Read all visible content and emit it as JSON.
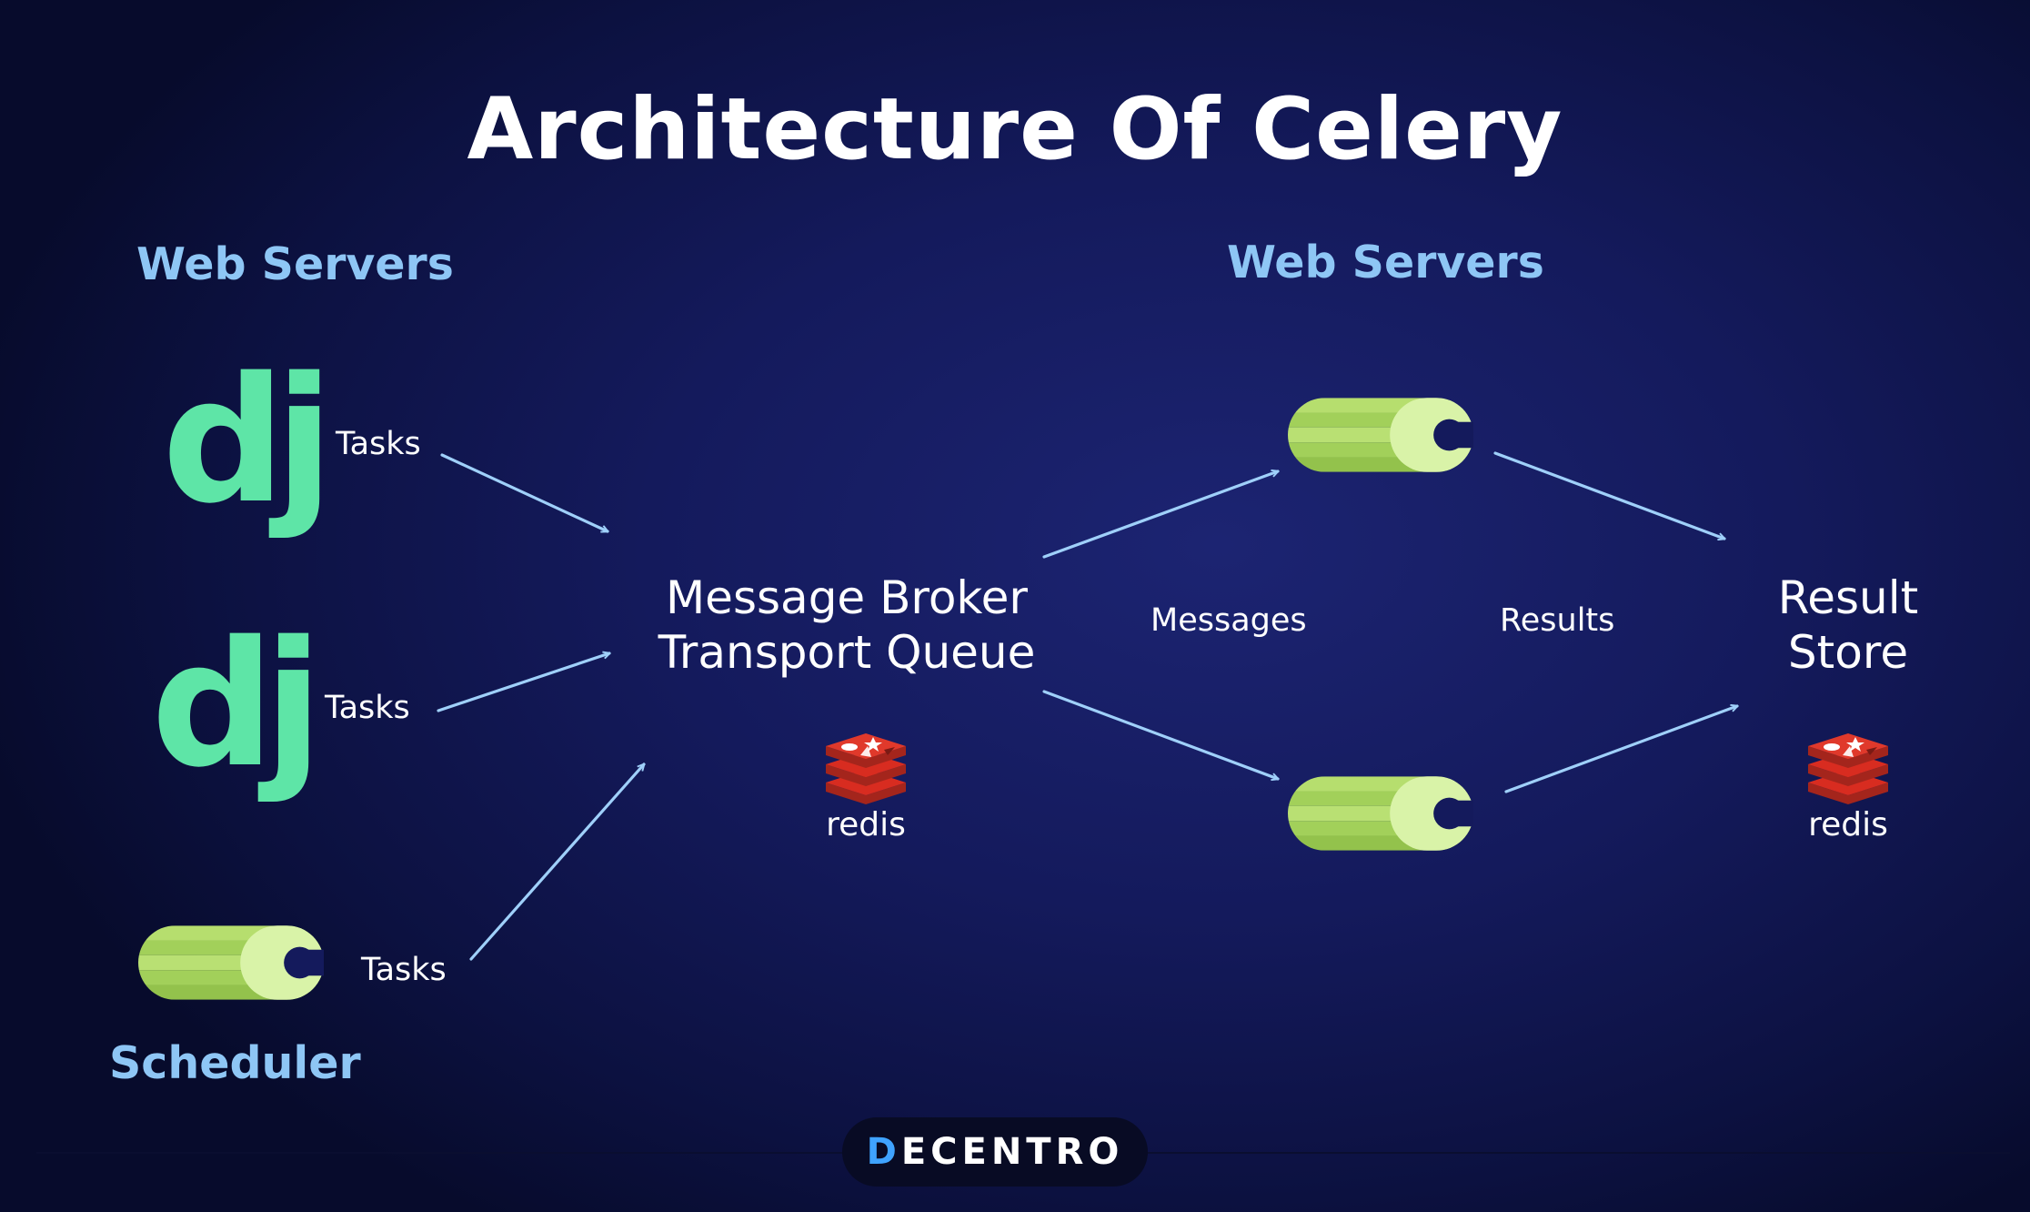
{
  "title": "Architecture Of Celery",
  "sections": {
    "left_heading": "Web Servers",
    "right_heading": "Web Servers",
    "scheduler_heading": "Scheduler"
  },
  "producers": {
    "django_logo_text": "dj",
    "edge_labels": [
      "Tasks",
      "Tasks",
      "Tasks"
    ]
  },
  "broker": {
    "line1": "Message Broker",
    "line2": "Transport Queue",
    "backend_label": "redis"
  },
  "flow_labels": {
    "messages": "Messages",
    "results": "Results"
  },
  "result_store": {
    "line1": "Result",
    "line2": "Store",
    "backend_label": "redis"
  },
  "brand": {
    "mark": "D",
    "rest": "ECENTRO"
  },
  "icons": {
    "django": "django-logo-icon",
    "celery": "celery-logo-icon",
    "redis": "redis-logo-icon"
  },
  "colors": {
    "background": "#141a5c",
    "heading": "#8ec6f5",
    "arrow": "#9fd0fa",
    "django_green": "#5ee5a7",
    "celery_green": "#a7d65c",
    "redis_red": "#d82c20"
  }
}
